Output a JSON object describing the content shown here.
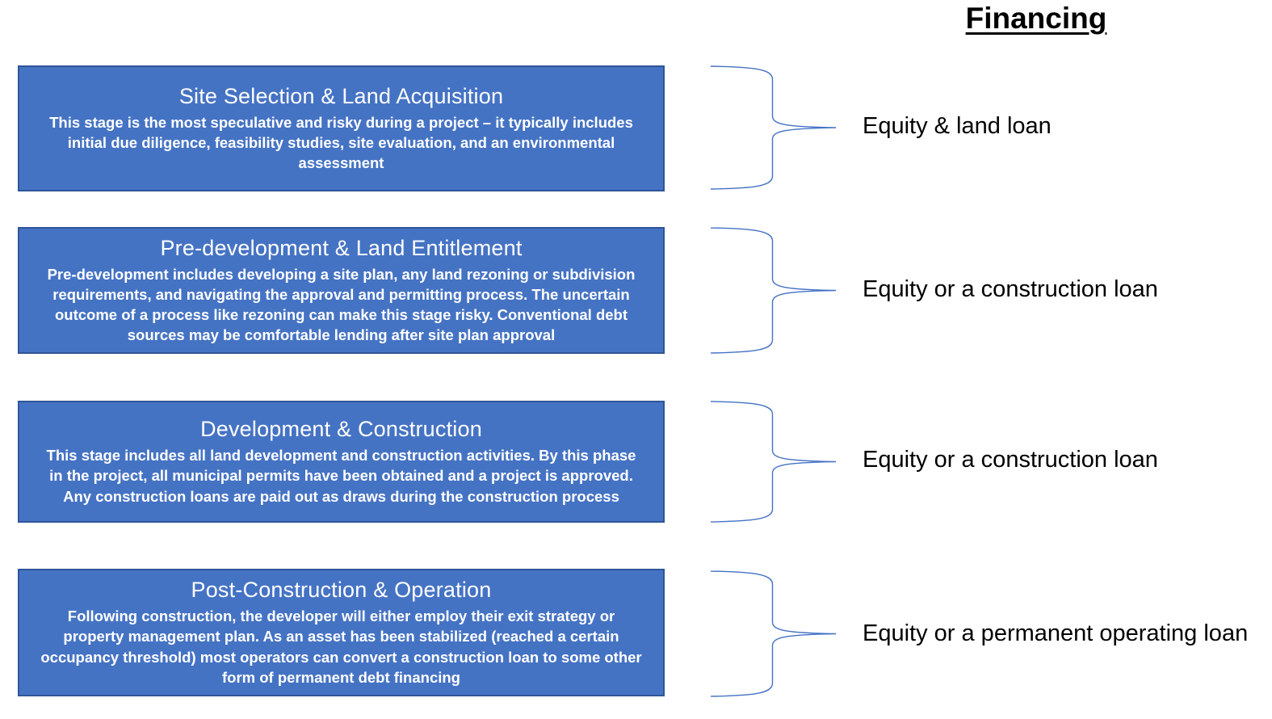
{
  "heading": "Financing",
  "stages": [
    {
      "title": "Site Selection & Land Acquisition",
      "description": "This stage is the most speculative and risky during a project – it typically includes initial due diligence, feasibility studies, site evaluation, and an environmental assessment",
      "financing": "Equity & land loan"
    },
    {
      "title": "Pre-development & Land Entitlement",
      "description": "Pre-development includes developing a site plan, any land rezoning or subdivision requirements, and navigating the approval and permitting process. The uncertain outcome of a process like rezoning can make this stage risky. Conventional debt sources may be comfortable lending after site plan approval",
      "financing": "Equity or a construction loan"
    },
    {
      "title": "Development & Construction",
      "description": "This stage includes all land development and construction activities. By this phase in the project, all municipal permits have been obtained and a project is approved. Any construction loans are paid out as draws during the construction process",
      "financing": "Equity or a construction loan"
    },
    {
      "title": "Post-Construction & Operation",
      "description": "Following construction, the developer will either employ their exit strategy or property management plan. As an asset has been stabilized (reached a certain occupancy threshold) most operators can convert a construction loan to some other form of permanent debt financing",
      "financing": "Equity or a permanent operating loan"
    }
  ],
  "colors": {
    "box_fill": "#4573C4",
    "box_border": "#2F5597",
    "brace": "#4472C4",
    "box_text": "#FFFFFF",
    "label_text": "#000000",
    "bg": "#FFFFFF"
  }
}
